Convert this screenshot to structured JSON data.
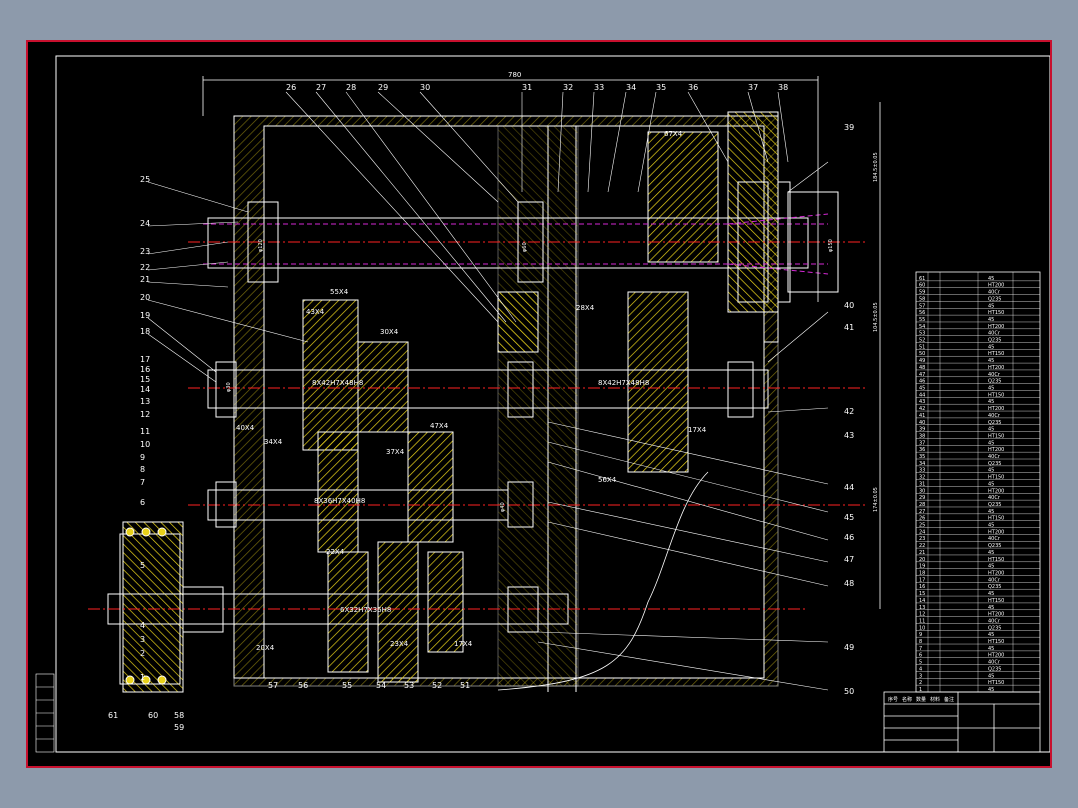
{
  "drawing": {
    "overall_width": "780",
    "left_labels": [
      "1",
      "2",
      "3",
      "4",
      "5",
      "6",
      "7",
      "8",
      "9",
      "10",
      "11",
      "12",
      "13",
      "14",
      "15",
      "16",
      "17",
      "18",
      "19",
      "20",
      "21",
      "22",
      "23",
      "24",
      "25"
    ],
    "top_labels": [
      "26",
      "27",
      "28",
      "29",
      "30",
      "31",
      "32",
      "33",
      "34",
      "35",
      "36",
      "37",
      "38"
    ],
    "right_labels": [
      "39",
      "40",
      "41",
      "42",
      "43",
      "44",
      "45",
      "46",
      "47",
      "48",
      "49",
      "50"
    ],
    "bottom_labels": [
      "51",
      "52",
      "53",
      "54",
      "55",
      "56",
      "57",
      "58",
      "59",
      "60",
      "61"
    ],
    "gear_labels": [
      "55X4",
      "43X4",
      "30X4",
      "67X4",
      "28X4",
      "40X4",
      "34X4",
      "37X4",
      "47X4",
      "17X4",
      "56X4",
      "22X4",
      "20X4",
      "23X4",
      "17X4"
    ],
    "shaft_labels": [
      "8X42H7X48H8",
      "8X42H7X48H8",
      "8X36H7X40H8",
      "6X32H7X36H8"
    ],
    "shaft_dims": [
      "φ120",
      "φ60",
      "φ150",
      "φ30",
      "φ40"
    ],
    "vertical_dims": [
      "184.5±0.05",
      "104.5±0.05",
      "174±0.05"
    ]
  },
  "parts_table": {
    "rows": [
      "61",
      "60",
      "59",
      "58",
      "57",
      "56",
      "55",
      "54",
      "53",
      "52",
      "51",
      "50",
      "49",
      "48",
      "47",
      "46",
      "45",
      "44",
      "43",
      "42",
      "41",
      "40",
      "39",
      "38",
      "37",
      "36",
      "35",
      "34",
      "33",
      "32",
      "31",
      "30",
      "29",
      "28",
      "27",
      "26",
      "25",
      "24",
      "23",
      "22",
      "21",
      "20",
      "19",
      "18",
      "17",
      "16",
      "15",
      "14",
      "13",
      "12",
      "11",
      "10",
      "9",
      "8",
      "7",
      "6",
      "5",
      "4",
      "3",
      "2",
      "1"
    ],
    "materials": [
      "45",
      "HT200",
      "40Cr",
      "Q235",
      "45",
      "HT150"
    ]
  },
  "title_block": {
    "cells": [
      "序号",
      "名称",
      "数量",
      "材料",
      "备注"
    ]
  },
  "colors": {
    "frame": "#c8102e",
    "lines": "#ffffff",
    "hatch": "#e8d11a",
    "centerline": "#ff2222",
    "hidden": "#d428d4",
    "leader": "#ffffff"
  }
}
